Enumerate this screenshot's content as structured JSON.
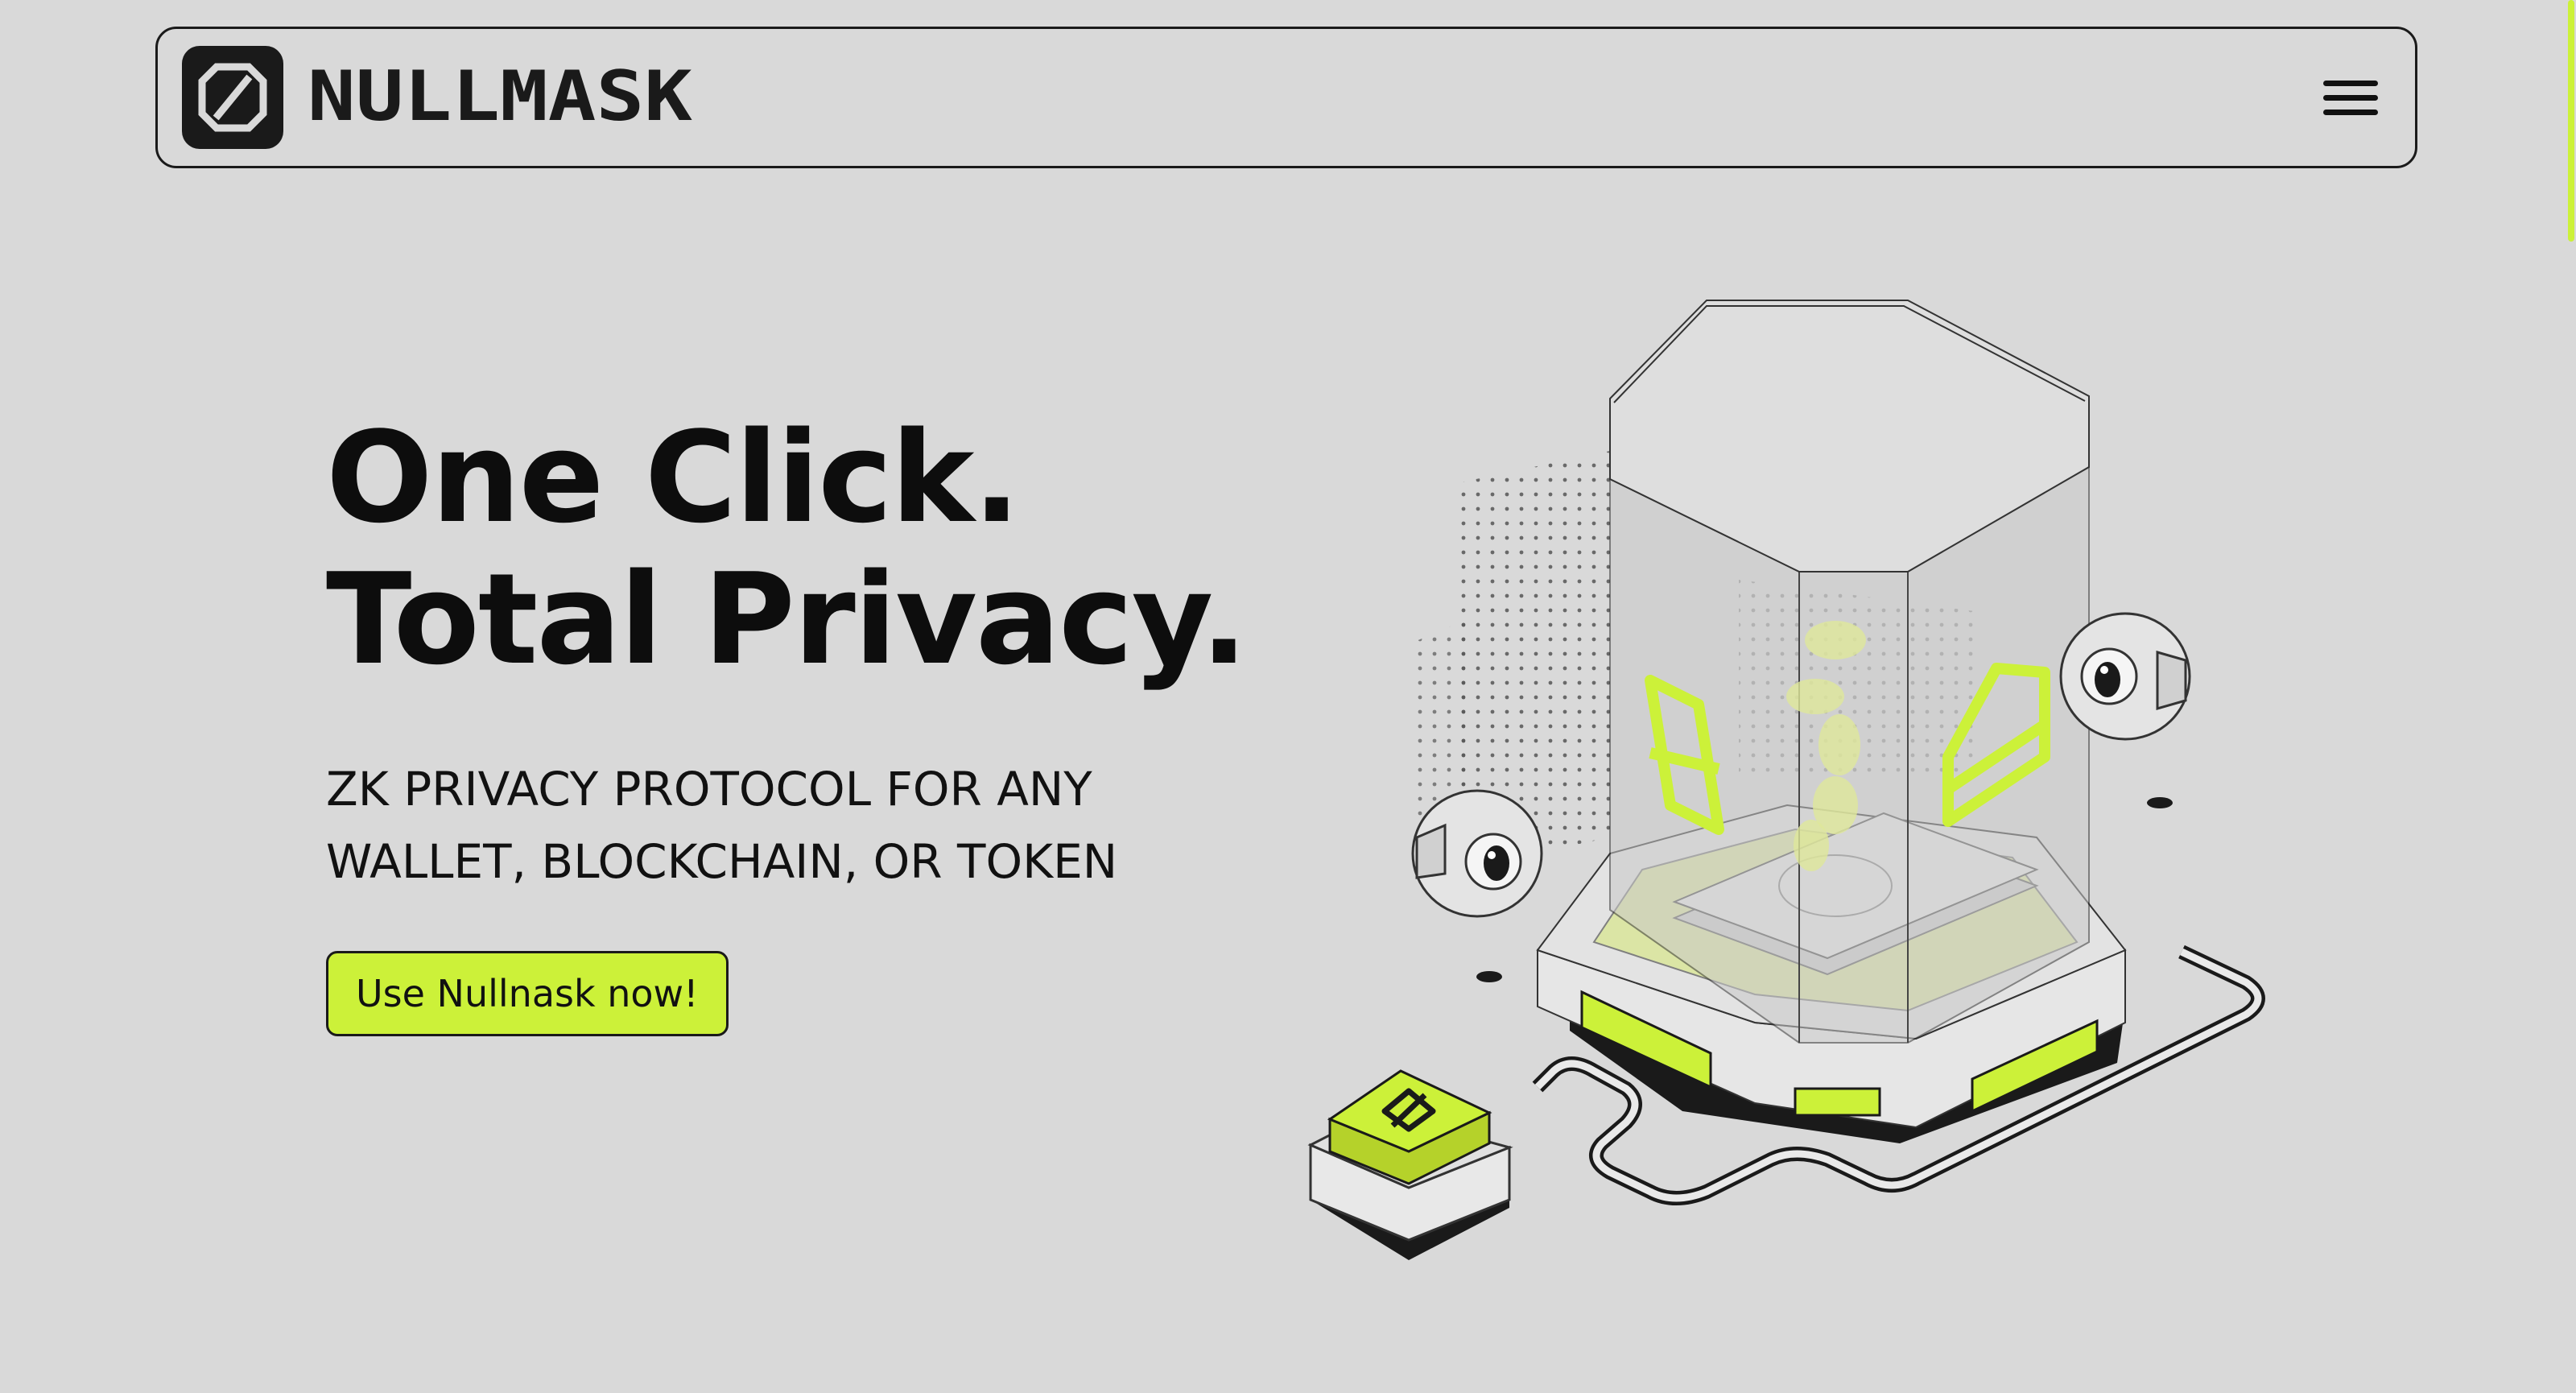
{
  "header": {
    "brand_name": "NULLMASK",
    "logo_icon": "null-mask-logo-icon",
    "menu_icon": "hamburger-menu-icon"
  },
  "hero": {
    "headline_line1": "One Click.",
    "headline_line2": "Total Privacy.",
    "subtitle_line1": "ZK PRIVACY PROTOCOL FOR ANY",
    "subtitle_line2": "WALLET, BLOCKCHAIN, OR TOKEN",
    "cta_label": "Use Nullnask now!"
  },
  "colors": {
    "background": "#d9d9d9",
    "accent": "#ccf139",
    "ink": "#1a1a1a"
  }
}
